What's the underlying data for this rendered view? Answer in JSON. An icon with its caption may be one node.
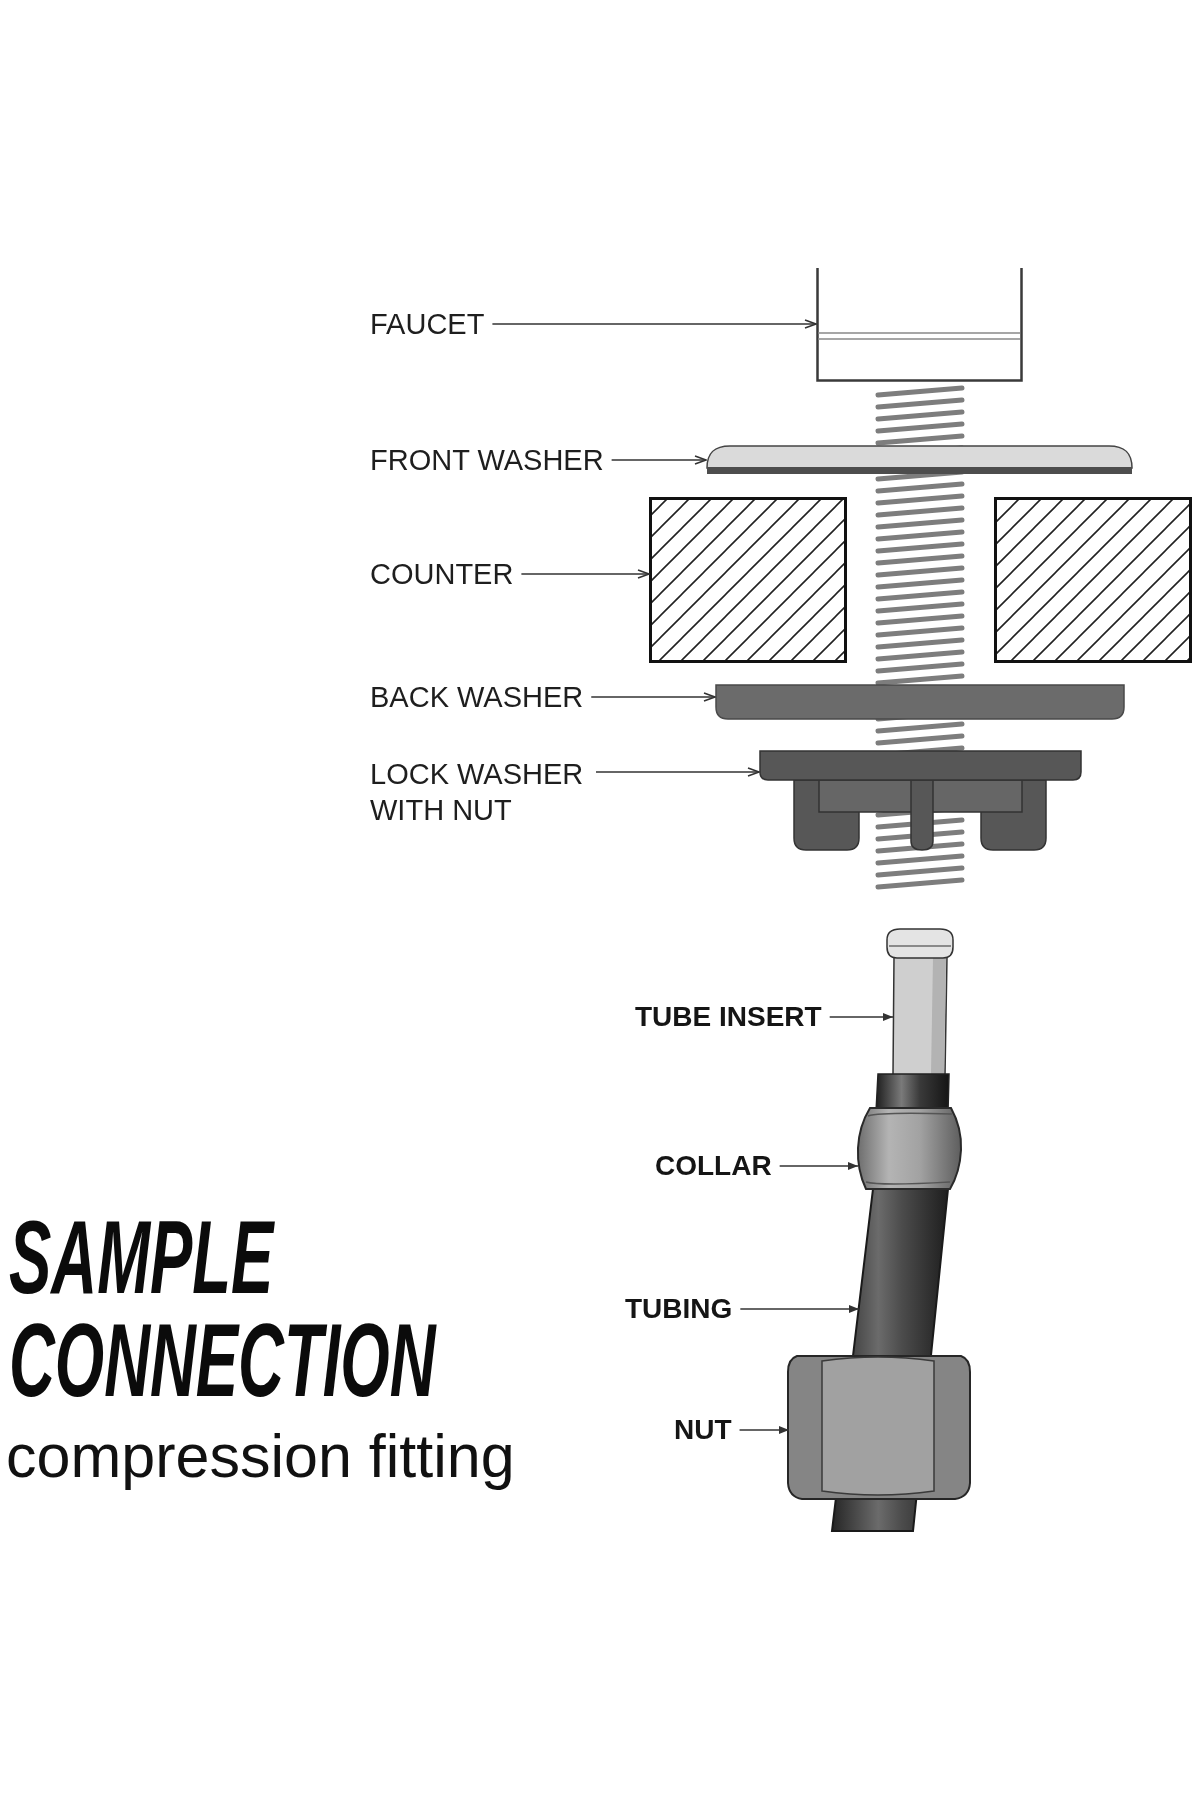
{
  "diagram": {
    "title": "SAMPLE CONNECTION",
    "nodes": [
      {
        "text": [
          "FAUCET"
        ]
      },
      {
        "text": [],
        "shape": "picture"
      },
      {
        "text": [
          "FRONT WASHER"
        ]
      },
      {
        "text": [],
        "shape": "picture"
      },
      {
        "text": [
          "COUNTER"
        ]
      },
      {
        "text": [],
        "shape": "picture"
      },
      {
        "text": [
          "BACK WASHER"
        ]
      },
      {
        "text": [],
        "shape": "picture"
      },
      {
        "text": [
          "LOCK WASHER WITH NUT"
        ]
      },
      {
        "text": [],
        "shape": "picture"
      },
      {
        "text": [
          "TUBE INSERT"
        ]
      },
      {
        "text": [],
        "shape": "picture"
      },
      {
        "text": [
          "COLLAR"
        ]
      },
      {
        "text": [],
        "shape": "picture"
      },
      {
        "text": [
          "TUBING"
        ]
      },
      {
        "text": [],
        "shape": "picture"
      },
      {
        "text": [
          "NUT"
        ]
      },
      {
        "text": [],
        "shape": "picture"
      }
    ],
    "edges": [
      {
        "from": 0,
        "to": 1,
        "arrow": "to"
      },
      {
        "from": 2,
        "to": 3,
        "arrow": "to"
      },
      {
        "from": 4,
        "to": 5,
        "arrow": "to"
      },
      {
        "from": 6,
        "to": 7,
        "arrow": "to"
      },
      {
        "from": 8,
        "to": 9,
        "arrow": "to"
      },
      {
        "from": 10,
        "to": 11,
        "arrow": "to"
      },
      {
        "from": 12,
        "to": 13,
        "arrow": "to"
      },
      {
        "from": 14,
        "to": 15,
        "arrow": "to"
      },
      {
        "from": 16,
        "to": 17,
        "arrow": "to"
      }
    ],
    "labels": [
      "compression fitting"
    ]
  }
}
